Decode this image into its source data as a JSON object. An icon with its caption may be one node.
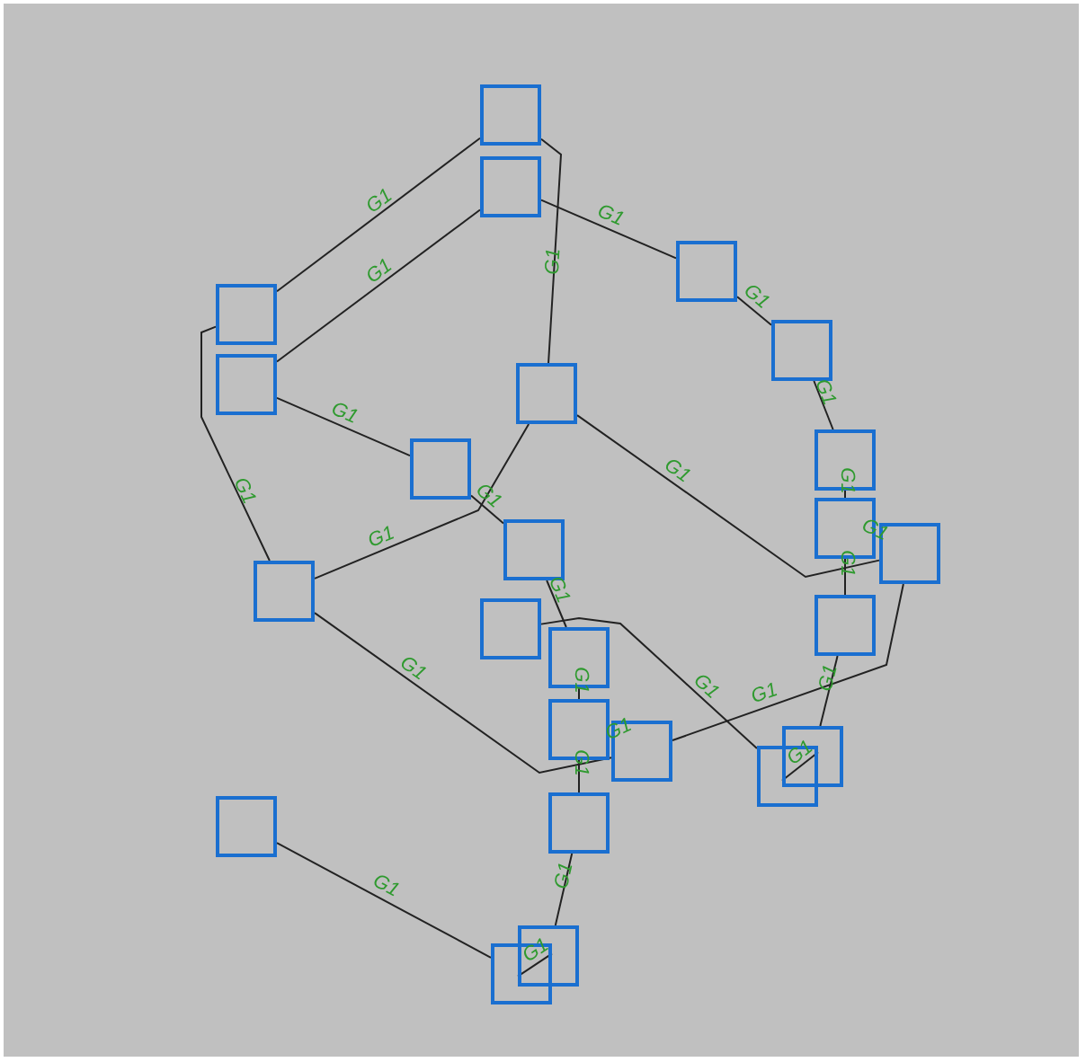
{
  "diagram": {
    "nodes": [
      {
        "text": [],
        "shape": "box"
      },
      {
        "text": [],
        "shape": "box"
      },
      {
        "text": [],
        "shape": "box"
      },
      {
        "text": [],
        "shape": "box"
      },
      {
        "text": [],
        "shape": "box"
      },
      {
        "text": [],
        "shape": "box"
      },
      {
        "text": [],
        "shape": "box"
      },
      {
        "text": [],
        "shape": "box"
      },
      {
        "text": [],
        "shape": "box"
      },
      {
        "text": [],
        "shape": "box"
      },
      {
        "text": [],
        "shape": "box"
      },
      {
        "text": [],
        "shape": "box"
      },
      {
        "text": [],
        "shape": "box"
      },
      {
        "text": [],
        "shape": "box"
      },
      {
        "text": [],
        "shape": "box"
      },
      {
        "text": [],
        "shape": "box"
      },
      {
        "text": [],
        "shape": "box"
      },
      {
        "text": [],
        "shape": "box"
      },
      {
        "text": [],
        "shape": "box"
      },
      {
        "text": [],
        "shape": "box"
      },
      {
        "text": [],
        "shape": "box"
      },
      {
        "text": [],
        "shape": "box"
      },
      {
        "text": [],
        "shape": "box"
      },
      {
        "text": [],
        "shape": "box"
      }
    ],
    "edges": [
      {
        "from": 0,
        "to": 3,
        "arrow": "none",
        "label": "G1"
      },
      {
        "from": 1,
        "to": 5,
        "arrow": "none",
        "label": "G1"
      },
      {
        "from": 0,
        "to": 6,
        "arrow": "none",
        "label": "G1"
      },
      {
        "from": 1,
        "to": 2,
        "arrow": "none",
        "label": "G1"
      },
      {
        "from": 2,
        "to": 4,
        "arrow": "none",
        "label": "G1"
      },
      {
        "from": 4,
        "to": 7,
        "arrow": "none",
        "label": "G1"
      },
      {
        "from": 7,
        "to": 9,
        "arrow": "none",
        "label": "G1"
      },
      {
        "from": 9,
        "to": 13,
        "arrow": "none",
        "label": "G1"
      },
      {
        "from": 13,
        "to": 18,
        "arrow": "none",
        "label": "G1"
      },
      {
        "from": 18,
        "to": 19,
        "arrow": "none",
        "label": "G1"
      },
      {
        "from": 3,
        "to": 12,
        "arrow": "none",
        "label": "G1"
      },
      {
        "from": 5,
        "to": 8,
        "arrow": "none",
        "label": "G1"
      },
      {
        "from": 8,
        "to": 10,
        "arrow": "none",
        "label": "G1"
      },
      {
        "from": 6,
        "to": 12,
        "arrow": "none",
        "label": "G1"
      },
      {
        "from": 6,
        "to": 11,
        "arrow": "none",
        "label": "G1"
      },
      {
        "from": 11,
        "to": 17,
        "arrow": "none",
        "label": "G1"
      },
      {
        "from": 12,
        "to": 17,
        "arrow": "none",
        "label": "G1"
      },
      {
        "from": 14,
        "to": 19,
        "arrow": "none",
        "label": "G1"
      },
      {
        "from": 10,
        "to": 15,
        "arrow": "none",
        "label": "G1"
      },
      {
        "from": 15,
        "to": 16,
        "arrow": "none",
        "label": "G1"
      },
      {
        "from": 16,
        "to": 21,
        "arrow": "none",
        "label": "G1"
      },
      {
        "from": 21,
        "to": 22,
        "arrow": "none",
        "label": "G1"
      },
      {
        "from": 22,
        "to": 23,
        "arrow": "none",
        "label": "G1"
      },
      {
        "from": 20,
        "to": 23,
        "arrow": "none",
        "label": "G1"
      }
    ],
    "labels": [
      "G1",
      "G1"
    ]
  }
}
